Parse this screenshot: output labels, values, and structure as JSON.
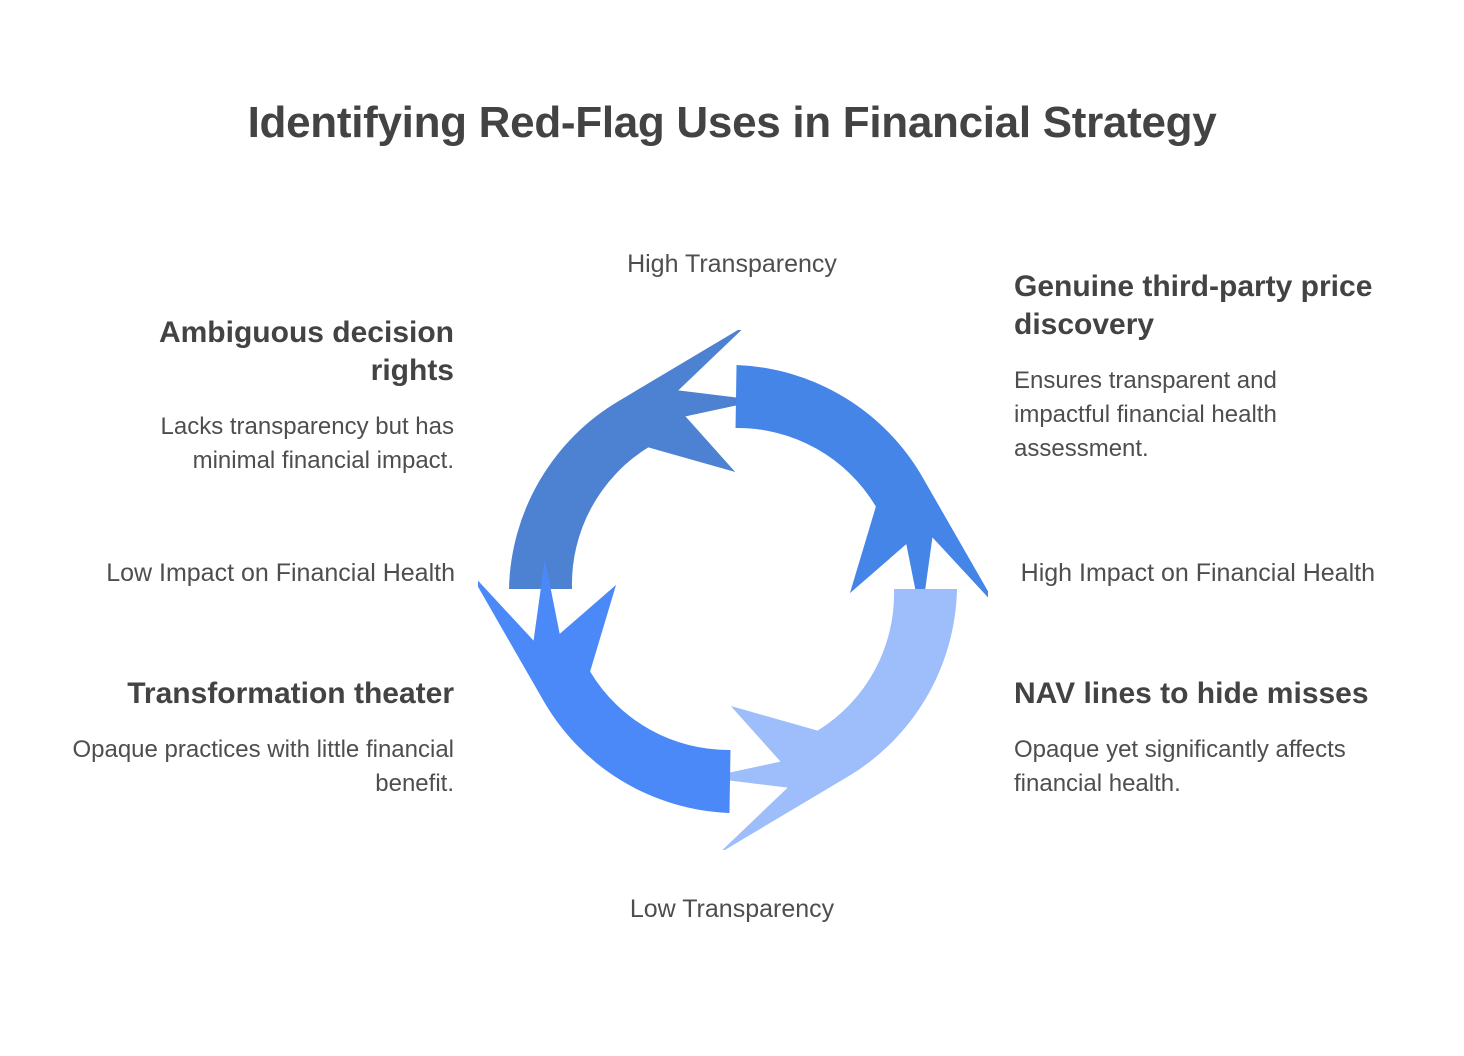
{
  "title": "Identifying Red-Flag Uses in Financial Strategy",
  "axes": {
    "top": "High Transparency",
    "bottom": "Low Transparency",
    "left": "Low Impact on Financial Health",
    "right": "High Impact on Financial Health"
  },
  "quadrants": [
    {
      "id": "top-left",
      "heading": "Ambiguous decision rights",
      "body": "Lacks transparency but has minimal financial impact.",
      "color": "#4d81d1"
    },
    {
      "id": "top-right",
      "heading": "Genuine third-party price discovery",
      "body": "Ensures transparent and impactful financial health assessment.",
      "color": "#4585e8"
    },
    {
      "id": "bottom-left",
      "heading": "Transformation theater",
      "body": "Opaque practices with little financial benefit.",
      "color": "#4a89f7"
    },
    {
      "id": "bottom-right",
      "heading": "NAV lines to hide misses",
      "body": "Opaque yet significantly affects financial health.",
      "color": "#9dbdfb"
    }
  ],
  "chart_data": {
    "type": "cycle-quadrant-diagram",
    "title": "Identifying Red-Flag Uses in Financial Strategy",
    "x_axis": {
      "label": "Transparency",
      "high": "High Transparency",
      "low": "Low Transparency"
    },
    "y_axis": {
      "label": "Impact on Financial Health",
      "high": "High Impact on Financial Health",
      "low": "Low Impact on Financial Health"
    },
    "segments": [
      {
        "position": "top-left",
        "transparency": "high",
        "impact": "low",
        "label": "Ambiguous decision rights",
        "color": "#4d81d1"
      },
      {
        "position": "top-right",
        "transparency": "high",
        "impact": "high",
        "label": "Genuine third-party price discovery",
        "color": "#4585e8"
      },
      {
        "position": "bottom-left",
        "transparency": "low",
        "impact": "low",
        "label": "Transformation theater",
        "color": "#4a89f7"
      },
      {
        "position": "bottom-right",
        "transparency": "low",
        "impact": "high",
        "label": "NAV lines to hide misses",
        "color": "#9dbdfb"
      }
    ],
    "geometry": {
      "center": [
        255,
        259
      ],
      "outer_radius": 224,
      "inner_radius": 161,
      "arrow_count": 4
    },
    "legend": "none",
    "grid": false
  },
  "colors": {
    "title_text": "#434343",
    "body_text": "#4e4e4e",
    "background": "#ffffff",
    "seg_top_left": "#4d81d1",
    "seg_top_right": "#4585e8",
    "seg_bottom_left": "#4a89f7",
    "seg_bottom_right": "#9dbdfb"
  }
}
